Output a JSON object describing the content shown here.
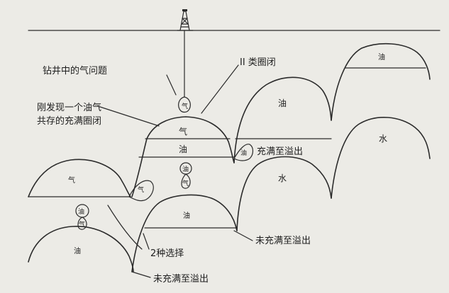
{
  "annotations": {
    "gas_problem": "钻井中的气问题",
    "class2_trap": "II 类圈闭",
    "new_discovery_line1": "刚发现一个油气",
    "new_discovery_line2": "共存的充满圈闭",
    "filled_to_spill": "充满至溢出",
    "not_filled_right": "未充满至溢出",
    "two_choices": "2种选择",
    "not_filled_bottom": "未充满至溢出"
  },
  "fluids": {
    "center_gas": "气",
    "center_oil": "油",
    "upper_right_oil": "油",
    "top_right_oil": "油",
    "mid_water": "水",
    "right_water": "水",
    "left_gas": "气",
    "left_oil": "油",
    "center_lower_oil": "油",
    "drop_gas_top": "气",
    "drop_oil_spill": "油",
    "drop_gas_left": "气",
    "drop_oil_mid": "油",
    "drop_gas_mid": "气",
    "drop_oil_left": "油",
    "drop_gas_left2": "气"
  }
}
